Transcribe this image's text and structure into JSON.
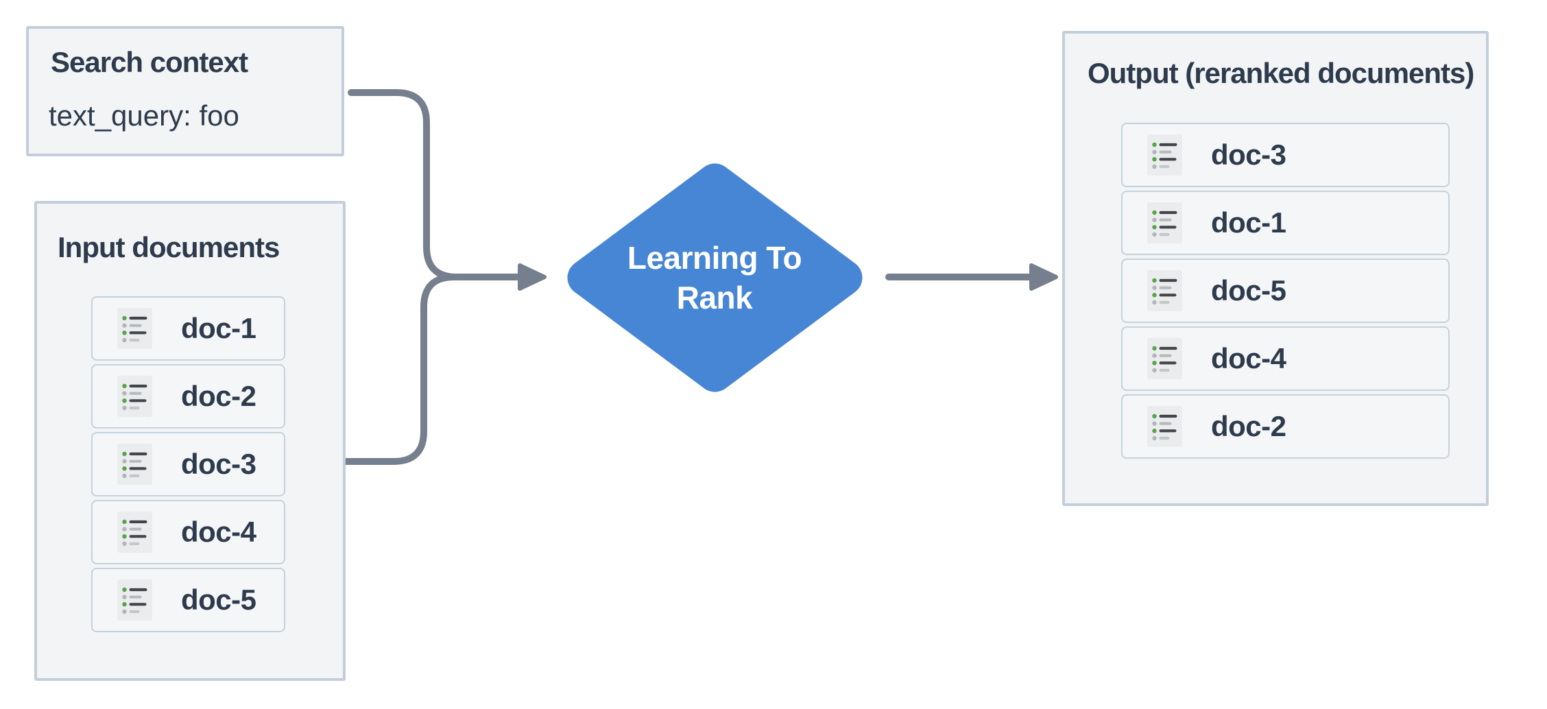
{
  "search_context": {
    "title": "Search context",
    "query": "text_query: foo"
  },
  "input_documents": {
    "title": "Input documents",
    "docs": [
      "doc-1",
      "doc-2",
      "doc-3",
      "doc-4",
      "doc-5"
    ]
  },
  "ltr_node": {
    "line1": "Learning To",
    "line2": "Rank"
  },
  "output": {
    "title": "Output (reranked documents)",
    "docs": [
      "doc-3",
      "doc-1",
      "doc-5",
      "doc-4",
      "doc-2"
    ]
  },
  "colors": {
    "diamond-blue": "#4785d5",
    "arrow-gray": "#757f8d",
    "panel-border": "#c4cedb",
    "panel-bg": "#f2f4f6",
    "row-border": "#c6d2dc",
    "row-bg": "#f4f6f7",
    "text-dark": "#2d3b4d",
    "icon-bg": "#ebeced",
    "icon-green": "#58a449",
    "icon-gray-dot": "#b2b6b9",
    "icon-line-dark": "#42464c",
    "icon-line-mid": "#b6babd",
    "icon-line-light": "#c3c7ca",
    "diamond-text": "#ffffff"
  }
}
